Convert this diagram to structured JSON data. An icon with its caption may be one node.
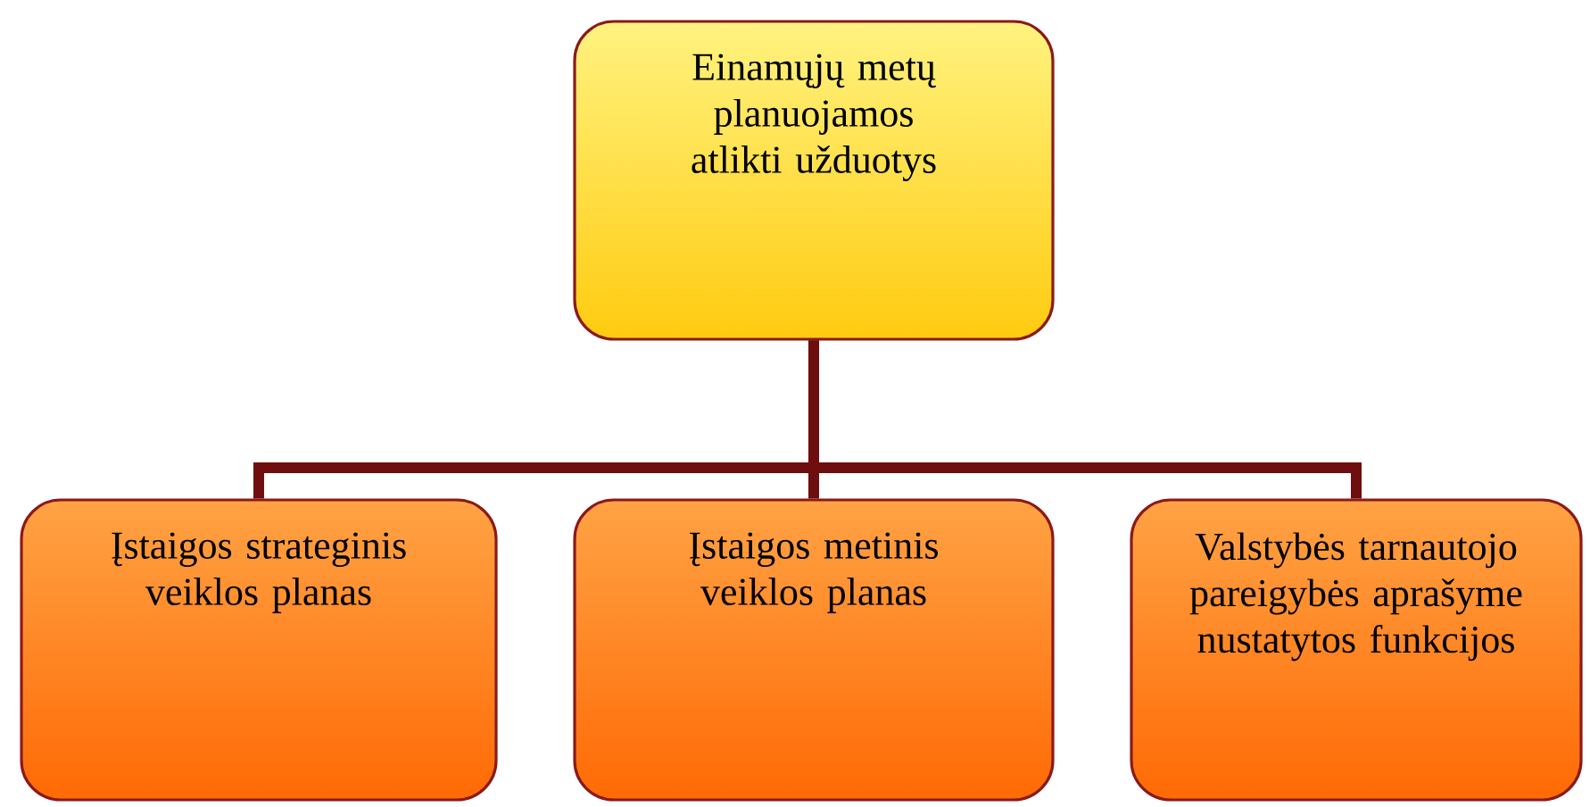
{
  "diagram": {
    "nodes": [
      {
        "text": [
          "Einamųjų metų planuojamos atlikti užduotys"
        ]
      },
      {
        "text": [
          "Įstaigos strateginis veiklos planas"
        ]
      },
      {
        "text": [
          "Įstaigos metinis veiklos planas"
        ]
      },
      {
        "text": [
          "Valstybės tarnautojo pareigybės aprašyme nustatytos funkcijos"
        ]
      }
    ],
    "edges": [
      {
        "from": 0,
        "to": 1,
        "arrow": "none"
      },
      {
        "from": 0,
        "to": 2,
        "arrow": "none"
      },
      {
        "from": 0,
        "to": 3,
        "arrow": "none"
      }
    ]
  }
}
